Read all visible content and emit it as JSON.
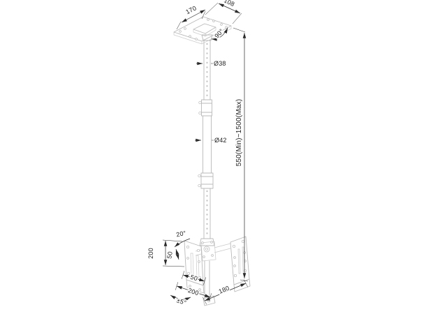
{
  "figure": {
    "background": "#ffffff",
    "product_line_color": "#b9b9b9",
    "dimension_color": "#2a2a2a"
  },
  "dimensions": {
    "ceiling_plate_depth": "170",
    "ceiling_plate_width": "108",
    "pole_swivel_angle": "90°",
    "upper_tube_diameter": "Ø38",
    "lower_tube_diameter": "Ø42",
    "height_range": "550(Min)~1500(Max)",
    "tilt_angle": "20°",
    "vesa_height": "200",
    "vesa_hole_spacing_vertical": "50",
    "vesa_hole_spacing_horizontal": "50",
    "vesa_width": "200",
    "fine_swivel_angle": "±5°",
    "head_depth": "180"
  }
}
